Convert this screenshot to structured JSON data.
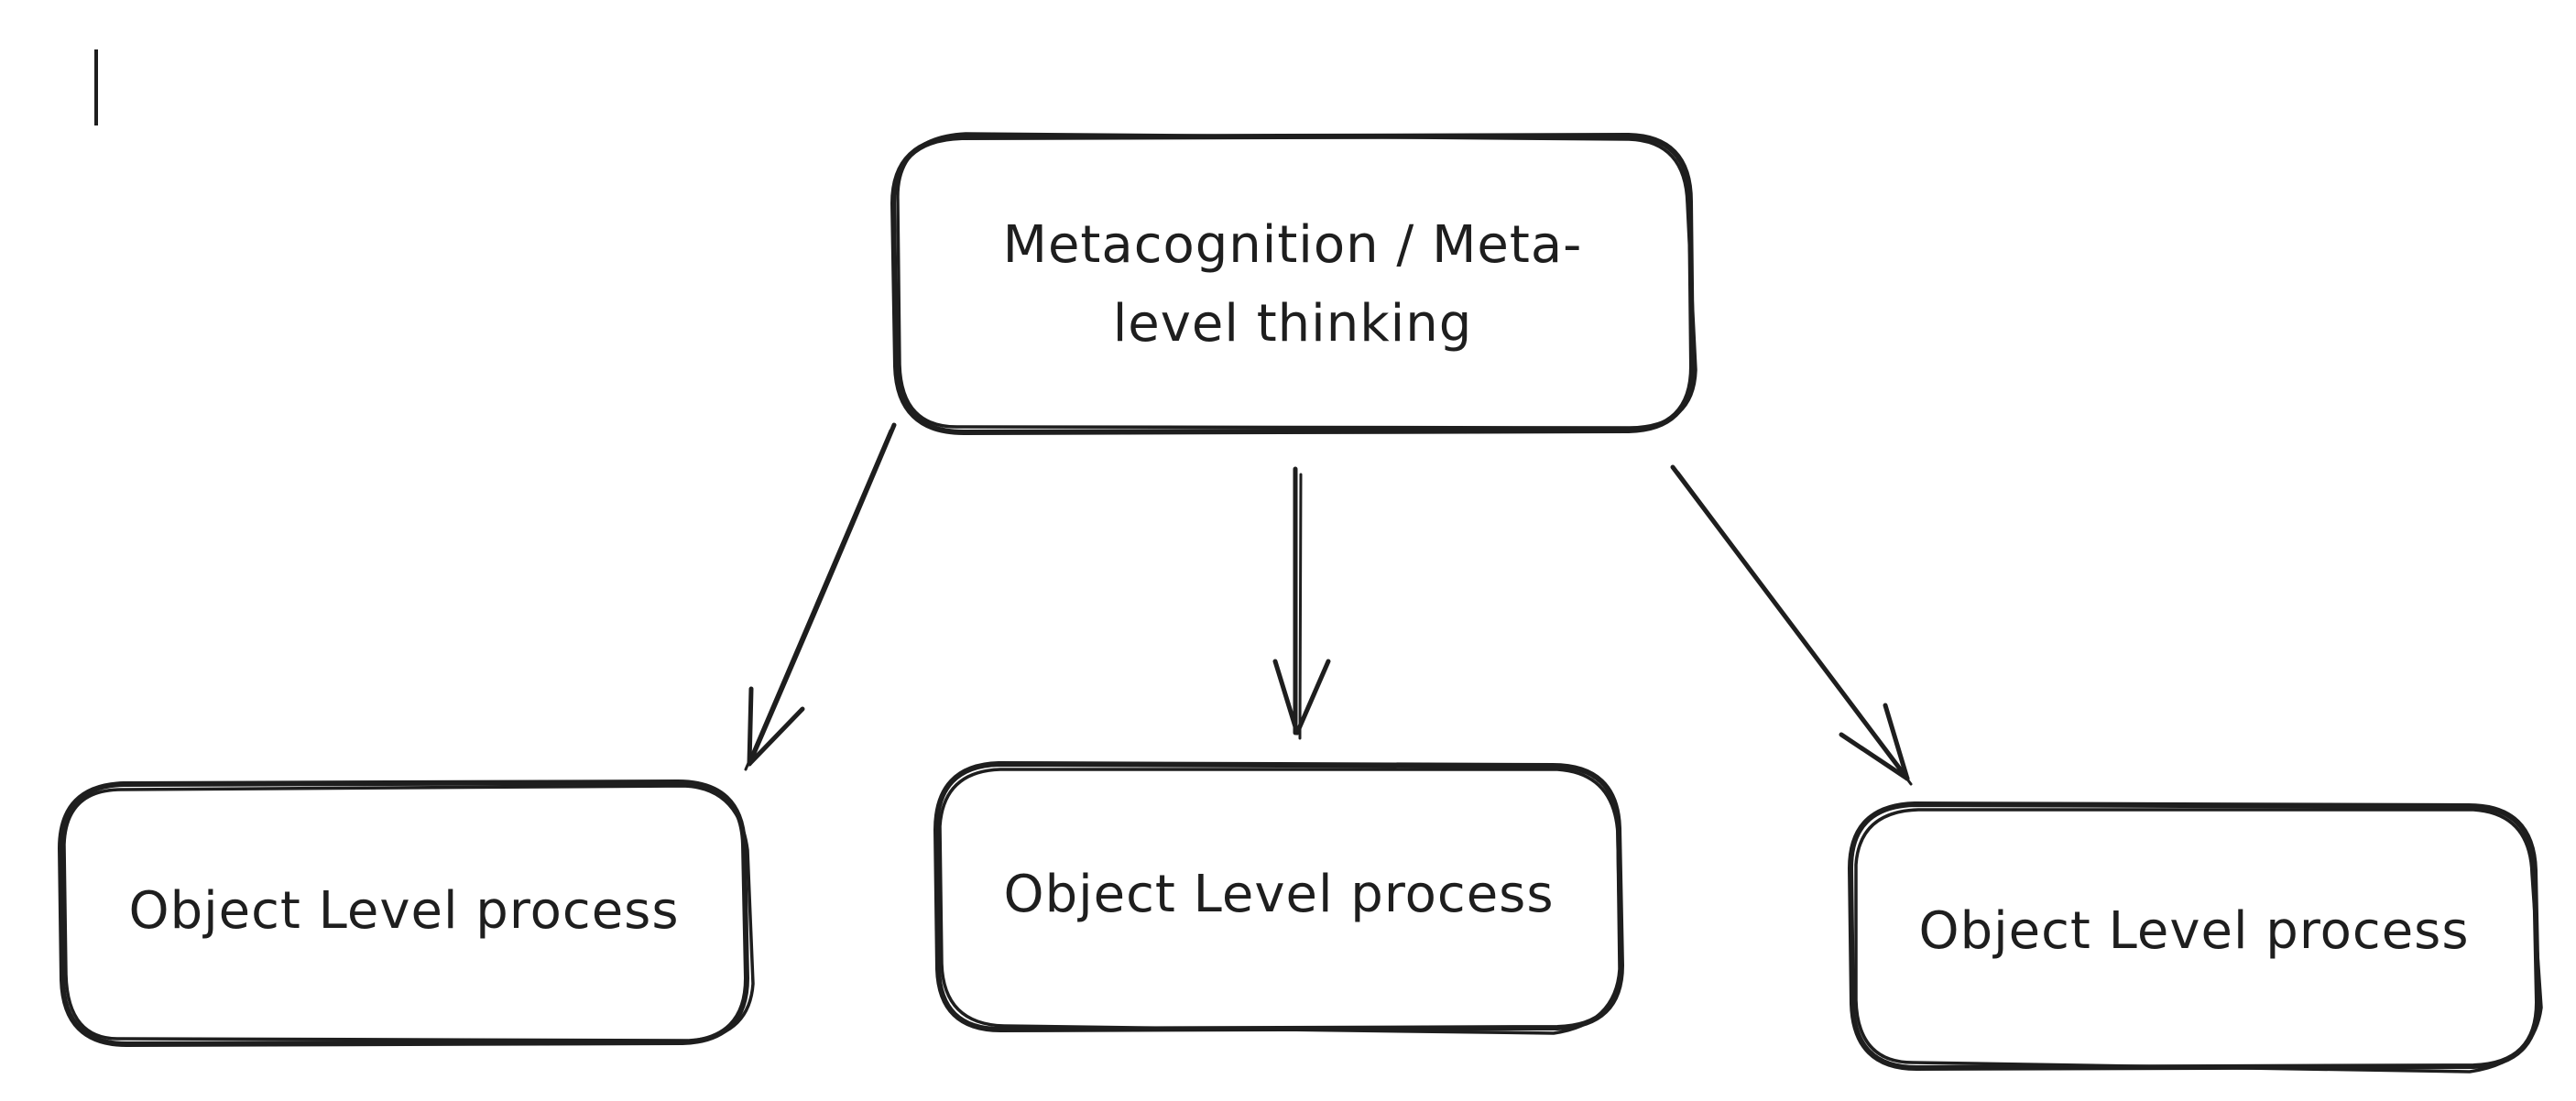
{
  "diagram": {
    "root": {
      "label_line_1": "Metacognition / Meta-",
      "label_line_2": "level thinking"
    },
    "children": [
      {
        "label": "Object Level process"
      },
      {
        "label": "Object Level process"
      },
      {
        "label": "Object Level process"
      }
    ],
    "colors": {
      "stroke": "#1e1e1e",
      "background": "#ffffff"
    }
  }
}
